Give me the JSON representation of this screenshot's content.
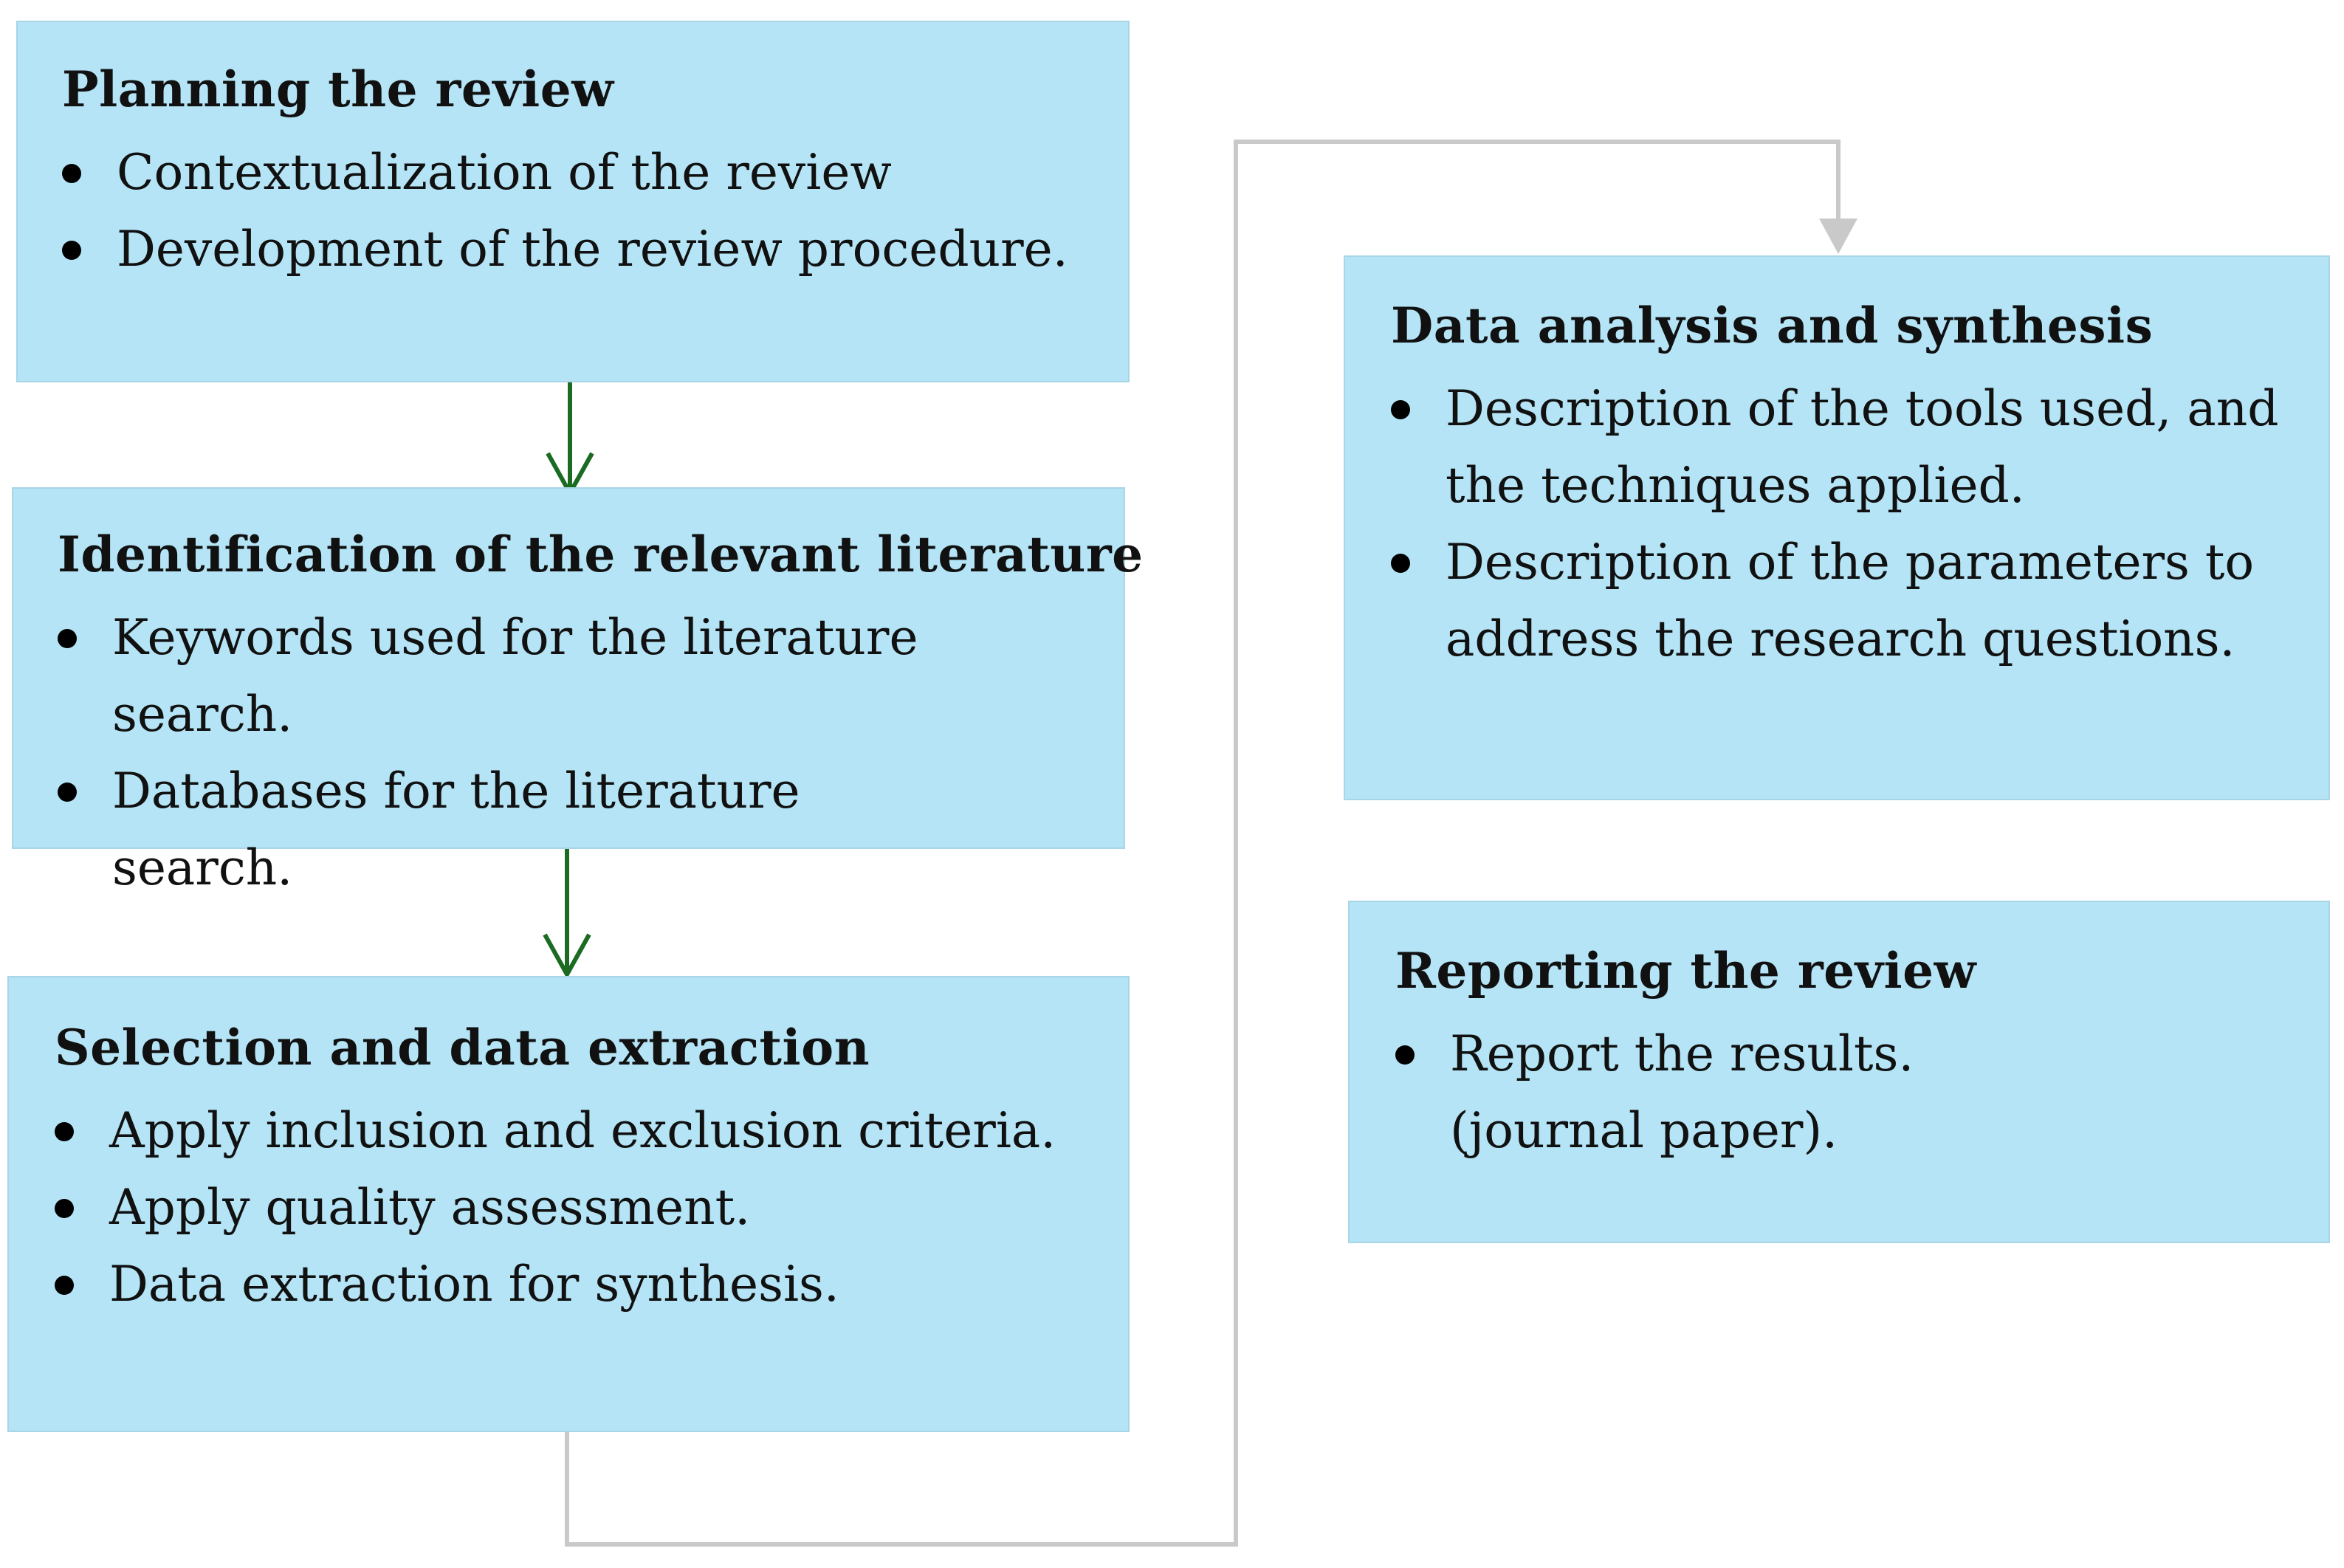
{
  "steps": [
    {
      "title": "Planning the review",
      "items": [
        "Contextualization of the review",
        "Development of the review procedure."
      ]
    },
    {
      "title": "Identification of the relevant literature",
      "items": [
        "Keywords used for the literature search.",
        "Databases for the literature search."
      ]
    },
    {
      "title": "Selection and data extraction",
      "items": [
        "Apply inclusion and exclusion criteria.",
        "Apply quality assessment.",
        "Data extraction for synthesis."
      ]
    },
    {
      "title": "Data analysis and synthesis",
      "items": [
        "Description of the tools used, and the techniques applied.",
        "Description of the parameters to address the research questions."
      ]
    },
    {
      "title": "Reporting the review",
      "items": [
        "Report the results. (journal paper)."
      ]
    }
  ],
  "colors": {
    "box_fill": "#b4e4f5",
    "box_border": "#a9d5e6",
    "arrow_green": "#1b6b22",
    "arrow_gray": "#c9c9c9",
    "text": "#111111"
  }
}
